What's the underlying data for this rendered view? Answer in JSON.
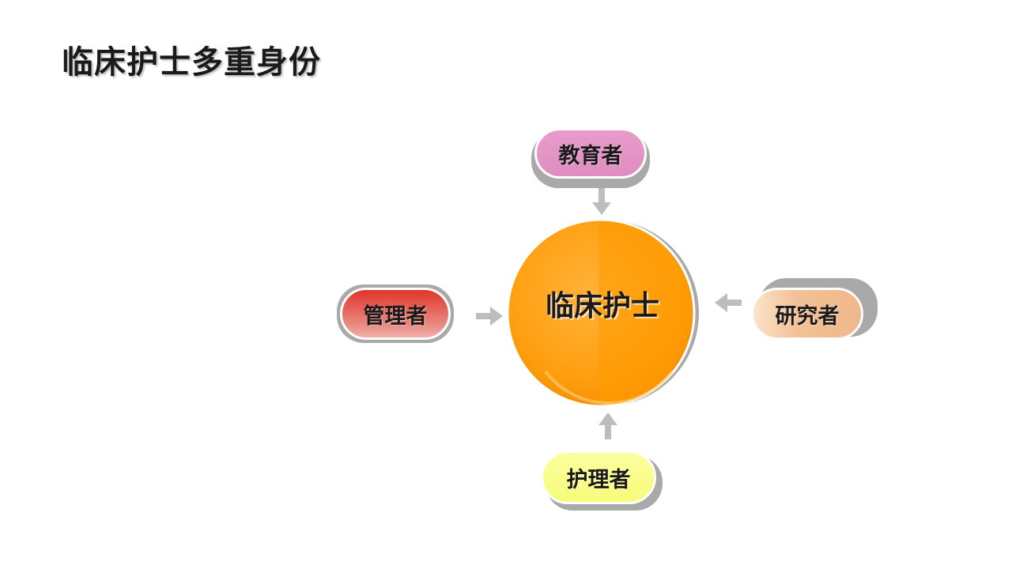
{
  "title": "临床护士多重身份",
  "center": {
    "label": "临床护士",
    "color": "#ff9f0f"
  },
  "nodes": {
    "educator": {
      "label": "教育者",
      "color": "#e598c8"
    },
    "manager": {
      "label": "管理者",
      "color": "#e5463a"
    },
    "researcher": {
      "label": "研究者",
      "color": "#f0c095"
    },
    "caregiver": {
      "label": "护理者",
      "color": "#f9fd86"
    }
  },
  "arrow_color": "#bdbdbd"
}
